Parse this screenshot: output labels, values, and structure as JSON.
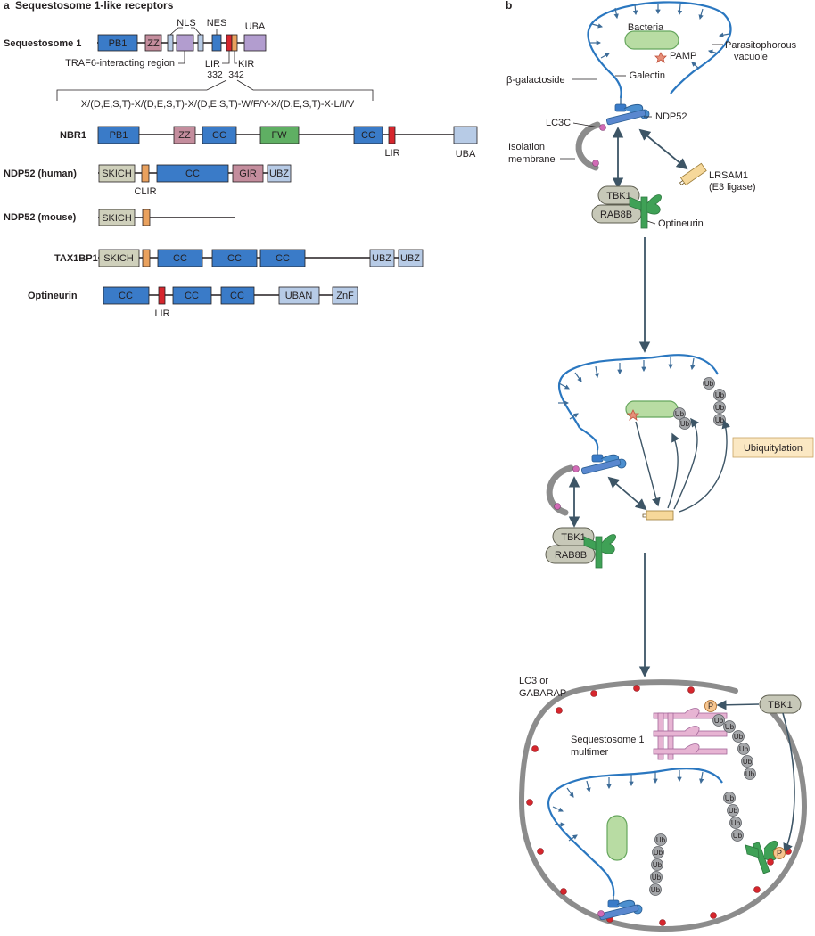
{
  "panel_a": {
    "letter": "a",
    "title": "Sequestosome 1-like receptors",
    "motif": "X/(D,E,S,T)-X/(D,E,S,T)-X/(D,E,S,T)-W/F/Y-X/(D,E,S,T)-X-L/I/V",
    "proteins": [
      {
        "name": "Sequestosome 1",
        "domains": [
          "PB1",
          "ZZ",
          "UBA"
        ],
        "callouts": [
          "NLS",
          "NES",
          "TRAF6-interacting region",
          "LIR",
          "KIR",
          "332",
          "342"
        ]
      },
      {
        "name": "NBR1",
        "domains": [
          "PB1",
          "ZZ",
          "CC",
          "FW",
          "CC",
          "UBA"
        ],
        "callouts": [
          "LIR"
        ]
      },
      {
        "name": "NDP52 (human)",
        "domains": [
          "SKICH",
          "CC",
          "GIR",
          "UBZ"
        ],
        "callouts": [
          "CLIR"
        ]
      },
      {
        "name": "NDP52 (mouse)",
        "domains": [
          "SKICH"
        ]
      },
      {
        "name": "TAX1BP1",
        "domains": [
          "SKICH",
          "CC",
          "CC",
          "CC",
          "UBZ",
          "UBZ"
        ]
      },
      {
        "name": "Optineurin",
        "domains": [
          "CC",
          "CC",
          "CC",
          "UBAN",
          "ZnF"
        ],
        "callouts": [
          "LIR"
        ]
      }
    ]
  },
  "panel_b": {
    "letter": "b",
    "labels": {
      "bacteria": "Bacteria",
      "pamp": "PAMP",
      "vacuole": "Parasitophorous vacuole",
      "vacuole_l1": "Parasitophorous",
      "vacuole_l2": "vacuole",
      "galactoside": "β-galactoside",
      "galectin": "Galectin",
      "lc3c": "LC3C",
      "ndp52": "NDP52",
      "isolation_l1": "Isolation",
      "isolation_l2": "membrane",
      "lrsam1": "LRSAM1",
      "e3": "(E3 ligase)",
      "tbk1": "TBK1",
      "rab8b": "RAB8B",
      "optineurin": "Optineurin",
      "ubiquitylation": "Ubiquitylation",
      "ub": "Ub",
      "p": "P",
      "lc3_l1": "LC3 or",
      "lc3_l2": "GABARAP",
      "sqstm_l1": "Sequestosome 1",
      "sqstm_l2": "multimer"
    }
  },
  "colors": {
    "cc_blue": "#3a7bc8",
    "light_blue": "#b7cbe6",
    "violet": "#b29dcf",
    "mauve": "#c48d9d",
    "green": "#5faf63",
    "skich": "#cfd0bb",
    "orange": "#e9a15e",
    "red": "#d6262d",
    "vacuole_blue": "#2a77c0",
    "grey_membrane": "#8c8c8c",
    "lrsam1": "#f6d89a",
    "ub_box": "#fbe8c3"
  }
}
